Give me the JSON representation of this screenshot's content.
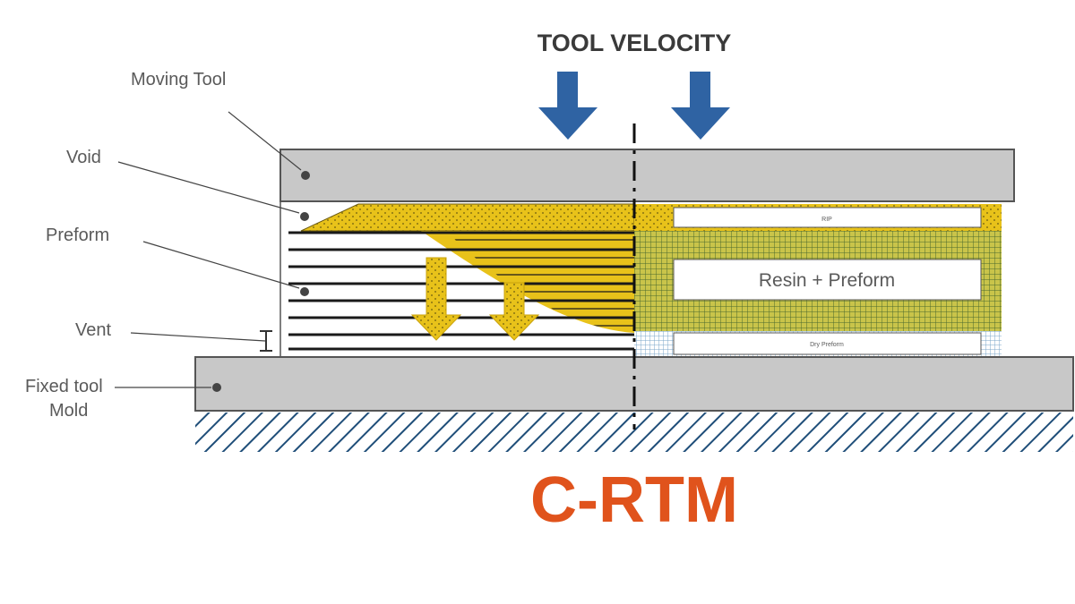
{
  "title": "C-RTM",
  "heading": "TOOL VELOCITY",
  "labels": {
    "moving_tool": "Moving Tool",
    "void": "Void",
    "preform": "Preform",
    "vent": "Vent",
    "fixed_tool_line1": "Fixed tool",
    "fixed_tool_line2": "Mold"
  },
  "inner_labels": {
    "rip": "RIP",
    "resin_preform": "Resin + Preform",
    "dry_preform": "Dry Preform"
  },
  "colors": {
    "tool_fill": "#c8c8c8",
    "resin": "#e8c21a",
    "arrow_blue": "#2f63a3",
    "title": "#e0531c",
    "hatch": "#1f4e79",
    "mesh_blue": "#7aa6c8"
  },
  "icons": [
    "arrow-down-icon"
  ]
}
